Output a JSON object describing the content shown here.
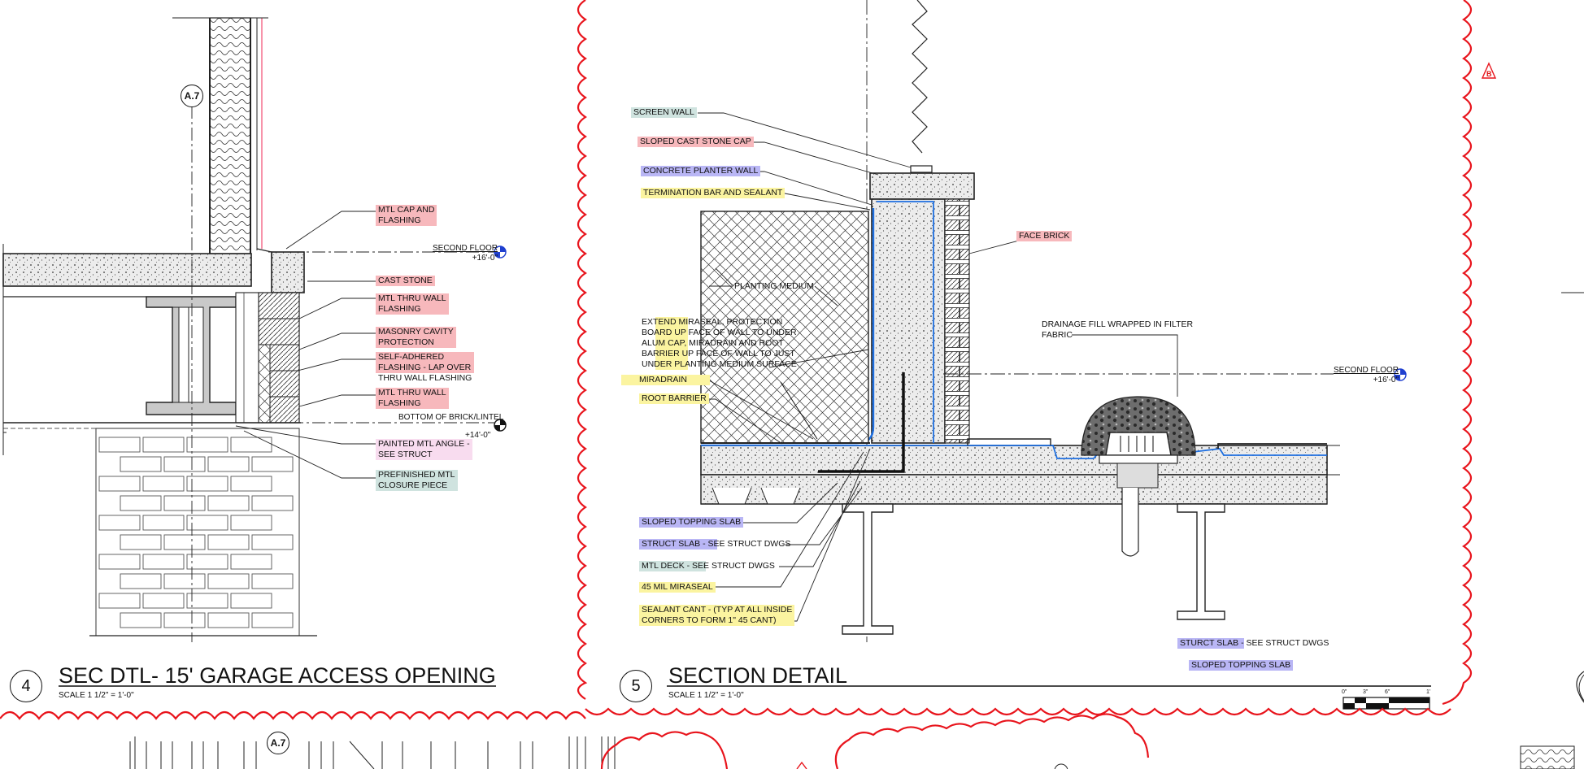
{
  "details": [
    {
      "number": "4",
      "title": "SEC DTL- 15' GARAGE ACCESS OPENING",
      "scale": "SCALE  1 1/2\" = 1'-0\""
    },
    {
      "number": "5",
      "title": "SECTION DETAIL",
      "scale": "SCALE  1 1/2\" = 1'-0\""
    }
  ],
  "section_refs": [
    "A.7",
    "A.7"
  ],
  "revision_tag": "B",
  "elevations": {
    "second_floor_left": {
      "name": "SECOND FLOOR",
      "value": "+16'-0\""
    },
    "bottom_brick": {
      "name": "BOTTOM OF BRICK/LINTEL",
      "value": "+14'-0\""
    },
    "second_floor_right": {
      "name": "SECOND FLOOR",
      "value": "+16'-0\""
    }
  },
  "left_notes": [
    "MTL CAP AND\nFLASHING",
    "CAST STONE",
    "MTL THRU WALL\nFLASHING",
    "MASONRY CAVITY\nPROTECTION",
    "SELF-ADHERED\nFLASHING - LAP OVER\nTHRU WALL FLASHING",
    "MTL THRU WALL\nFLASHING",
    "PAINTED MTL ANGLE -\nSEE STRUCT",
    "PREFINISHED MTL\nCLOSURE PIECE"
  ],
  "right_notes": [
    "SCREEN WALL",
    "SLOPED CAST STONE CAP",
    "CONCRETE PLANTER WALL",
    "TERMINATION BAR AND SEALANT",
    "FACE BRICK",
    "PLANTING MEDIUM",
    "EXTEND MIRASEAL, PROTECTION\nBOARD UP FACE OF WALL TO UNDER\nALUM CAP, MIRADRAIN AND ROOT\nBARRIER UP FACE OF WALL TO JUST\nUNDER PLANTING MEDIUM SURFACE",
    "MIRADRAIN",
    "ROOT BARRIER",
    "DRAINAGE FILL WRAPPED IN FILTER\nFABRIC",
    "SLOPED TOPPING SLAB",
    "STRUCT SLAB - SEE STRUCT DWGS",
    "MTL DECK - SEE STRUCT DWGS",
    "45 MIL MIRASEAL",
    "SEALANT CANT - (TYP AT ALL INSIDE\nCORNERS TO FORM 1\" 45 CANT)",
    "STURCT SLAB - SEE STRUCT DWGS",
    "SLOPED TOPPING SLAB"
  ],
  "scale_bar": [
    "0\"",
    "3\"",
    "6\"",
    "1'"
  ],
  "colors": {
    "revision_cloud": "#e8141c",
    "membrane": "#1e6fe0",
    "elev_marker": "#1f3fcf",
    "highlight_red": "#f7b8bc",
    "highlight_yellow": "#fbf4a0",
    "highlight_blue": "#b9b6f5",
    "highlight_green": "#cfe3df"
  }
}
